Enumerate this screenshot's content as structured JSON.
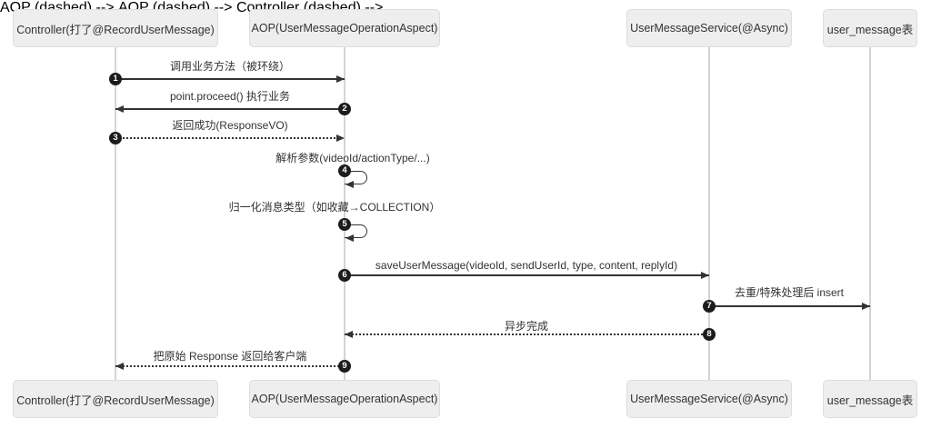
{
  "diagram": {
    "type": "sequence",
    "actors": [
      {
        "id": "controller",
        "label": "Controller(打了@RecordUserMessage)"
      },
      {
        "id": "aop",
        "label": "AOP(UserMessageOperationAspect)"
      },
      {
        "id": "service",
        "label": "UserMessageService(@Async)"
      },
      {
        "id": "table",
        "label": "user_message表"
      }
    ],
    "messages": [
      {
        "num": "1",
        "label": "调用业务方法（被环绕）",
        "from": "controller",
        "to": "aop",
        "style": "solid"
      },
      {
        "num": "2",
        "label": "point.proceed() 执行业务",
        "from": "aop",
        "to": "controller",
        "style": "solid"
      },
      {
        "num": "3",
        "label": "返回成功(ResponseVO)",
        "from": "controller",
        "to": "aop",
        "style": "dashed"
      },
      {
        "num": "4",
        "label": "解析参数(videoId/actionType/...)",
        "from": "aop",
        "to": "aop",
        "style": "self"
      },
      {
        "num": "5",
        "label": "归一化消息类型（如收藏→COLLECTION）",
        "from": "aop",
        "to": "aop",
        "style": "self"
      },
      {
        "num": "6",
        "label": "saveUserMessage(videoId, sendUserId, type, content, replyId)",
        "from": "aop",
        "to": "service",
        "style": "solid"
      },
      {
        "num": "7",
        "label": "去重/特殊处理后 insert",
        "from": "service",
        "to": "table",
        "style": "solid"
      },
      {
        "num": "8",
        "label": "异步完成",
        "from": "service",
        "to": "aop",
        "style": "dashed"
      },
      {
        "num": "9",
        "label": "把原始 Response 返回给客户端",
        "from": "aop",
        "to": "controller",
        "style": "dashed"
      }
    ],
    "colors": {
      "background": "#ffffff",
      "actor_fill": "#eeeeee",
      "actor_border": "#dddddd",
      "lifeline": "#d4d4d4",
      "message_line": "#333333",
      "text": "#333333",
      "number_badge_bg": "#1c1c1c",
      "number_badge_text": "#ffffff"
    }
  }
}
